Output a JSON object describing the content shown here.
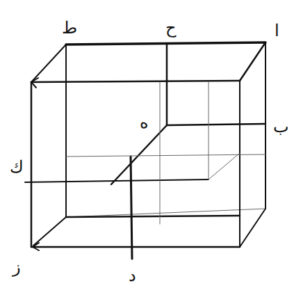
{
  "diagram": {
    "labels": [
      "ط",
      "ح",
      "ا",
      "ب",
      "ه",
      "ك",
      "ز",
      "د"
    ]
  }
}
